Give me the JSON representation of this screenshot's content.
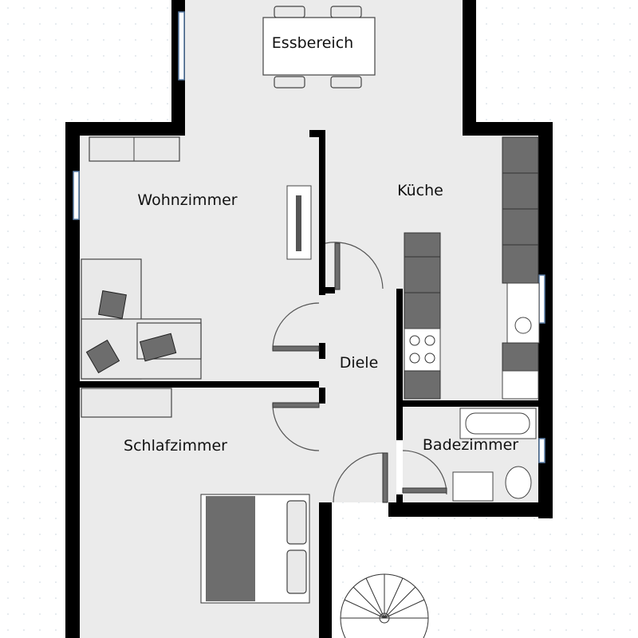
{
  "rooms": {
    "dining": "Essbereich",
    "living": "Wohnzimmer",
    "kitchen": "Küche",
    "hall": "Diele",
    "bedroom": "Schlafzimmer",
    "bathroom": "Badezimmer"
  },
  "colors": {
    "wall": "#000000",
    "floor": "#ebebeb",
    "furniture_dark": "#6d6d6d",
    "window": "#5b7fa8"
  }
}
